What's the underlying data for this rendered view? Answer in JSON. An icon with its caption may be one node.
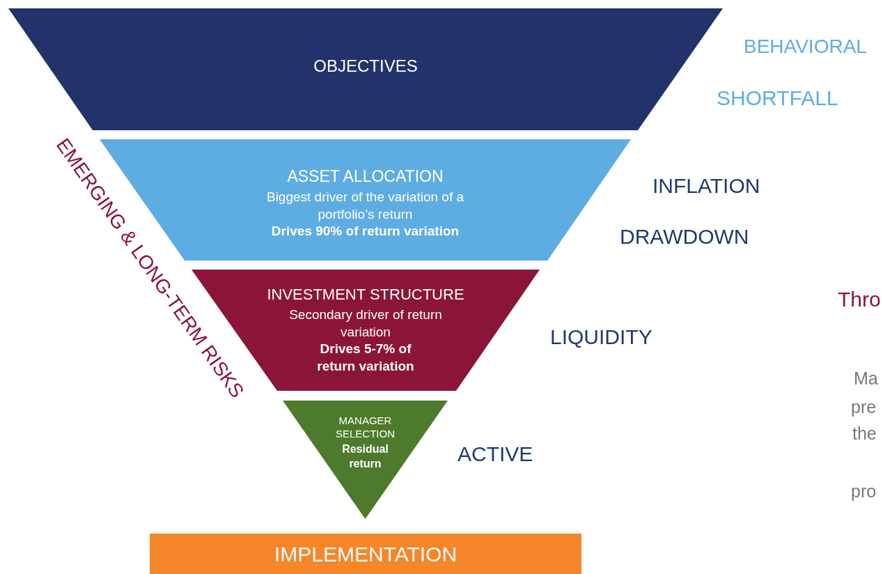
{
  "diagram": {
    "nodes": [
      {
        "text": [
          "OBJECTIVES"
        ]
      },
      {
        "text": [
          "ASSET ALLOCATION",
          "Biggest driver of the variation of a portfolio’s return",
          "Drives 90% of return variation"
        ]
      },
      {
        "text": [
          "INVESTMENT STRUCTURE",
          "Secondary driver of return variation",
          "Drives 5-7% of return variation"
        ]
      },
      {
        "text": [
          "MANAGER SELECTION",
          "Residual return"
        ]
      },
      {
        "text": [
          "IMPLEMENTATION"
        ]
      }
    ],
    "labels": [
      "BEHAVIORAL",
      "SHORTFALL",
      "EMERGING & LONG-TERM RISKS",
      "INFLATION",
      "DRAWDOWN",
      "Thro",
      "LIQUIDITY",
      "Ma",
      "pre",
      "the",
      "ACTIVE",
      "pro"
    ]
  }
}
